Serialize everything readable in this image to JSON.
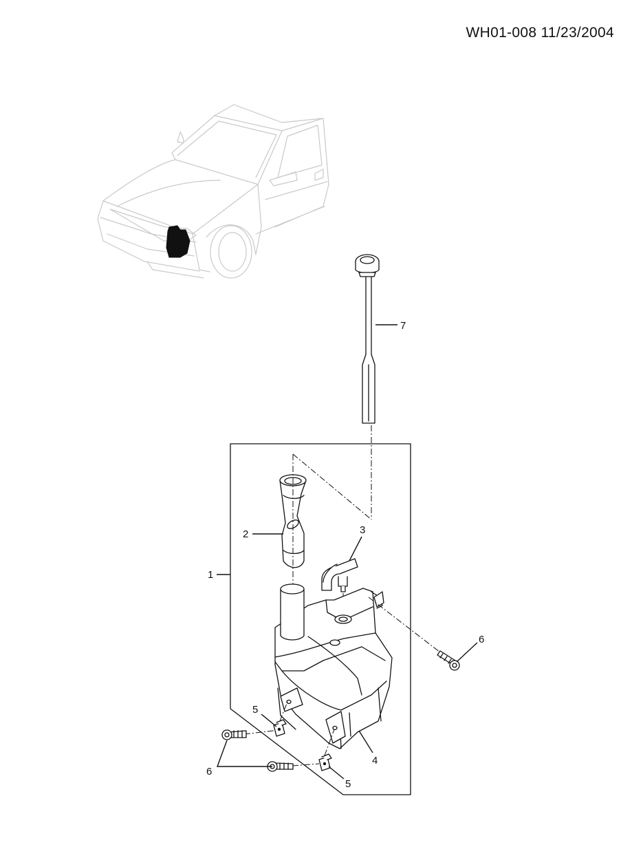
{
  "header": {
    "code": "WH01-008 11/23/2004"
  },
  "callouts": {
    "c1": "1",
    "c2": "2",
    "c3": "3",
    "c4": "4",
    "c5a": "5",
    "c5b": "5",
    "c6a": "6",
    "c6b": "6",
    "c7": "7"
  }
}
